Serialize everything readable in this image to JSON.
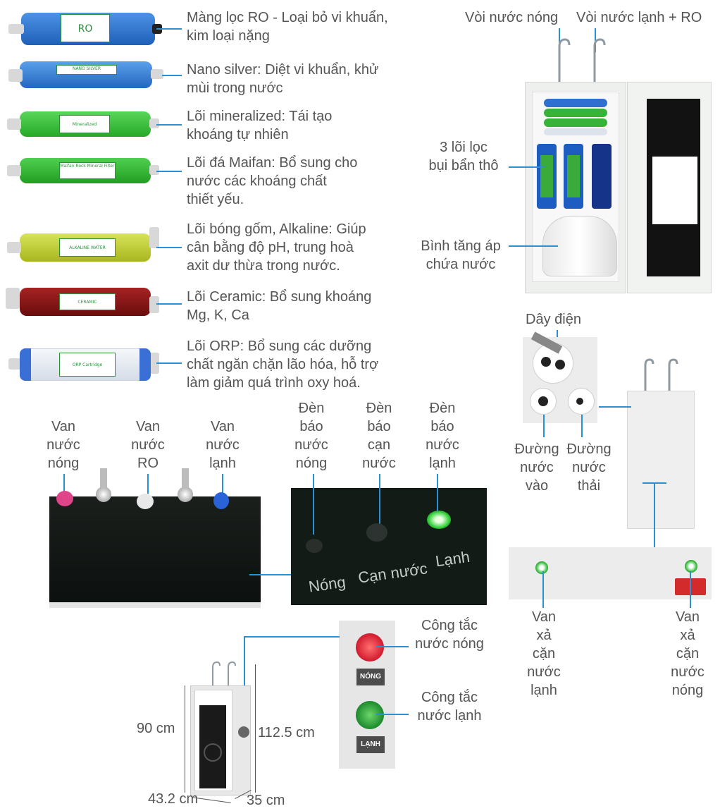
{
  "filters": [
    {
      "text": "Màng lọc RO - Loại bỏ vi khuẩn,\nkim loại nặng",
      "color": "#2a6fc9",
      "label": "RO"
    },
    {
      "text": "Nano silver: Diệt vi khuẩn, khử\nmùi trong nước",
      "color": "#3a86d8",
      "label": "NANO SILVER"
    },
    {
      "text": "Lõi mineralized: Tái tạo\nkhoáng tự nhiên",
      "color": "#3cc13a",
      "label": "Mineralized"
    },
    {
      "text": "Lõi đá Maifan: Bổ sung cho\nnước các khoáng chất\nthiết yếu.",
      "color": "#36b83a",
      "label": "Maifan Rock Mineral Filter"
    },
    {
      "text": "Lõi bóng gốm, Alkaline: Giúp\ncân bằng độ pH, trung hoà\naxit dư thừa trong nước.",
      "color": "#c4d331",
      "label": "ALKALINE WATER"
    },
    {
      "text": "Lõi Ceramic: Bổ sung khoáng\nMg, K, Ca",
      "color": "#8c1616",
      "label": "CERAMIC"
    },
    {
      "text": "Lõi ORP: Bổ sung các dưỡng\nchất ngăn chặn lão hóa, hỗ trợ\nlàm giảm quá trình oxy hoá.",
      "color": "#e9eef5",
      "label": "ORP Cartridge"
    }
  ],
  "top_right": {
    "hot_tap": "Vòi nước nóng",
    "cold_tap": "Vòi nước lạnh + RO",
    "pre_filters": "3 lõi lọc\nbụi bẩn thô",
    "tank": "Bình tăng áp\nchứa nước"
  },
  "valves": {
    "hot": "Van\nnước\nnóng",
    "ro": "Van\nnước\nRO",
    "cold": "Van\nnước\nlạnh"
  },
  "lights": {
    "hot": "Đèn\nbáo\nnước\nnóng",
    "empty": "Đèn\nbáo\ncạn\nnước",
    "cold": "Đèn\nbáo\nnước\nlạnh",
    "panel_hot": "Nóng",
    "panel_empty": "Cạn nước",
    "panel_cold": "Lạnh"
  },
  "rear": {
    "power_cord": "Dây điện",
    "inlet": "Đường\nnước\nvào",
    "drain": "Đường\nnước\nthải",
    "drain_cold": "Van\nxả\ncặn\nnước\nlạnh",
    "drain_hot": "Van\nxả\ncặn\nnước\nnóng"
  },
  "switches": {
    "hot": "Công tắc\nnước nóng",
    "cold": "Công tắc\nnước lạnh",
    "hot_btn": "NÓNG",
    "cold_btn": "LẠNH"
  },
  "dimensions": {
    "height_body": "90 cm",
    "height_total": "112.5 cm",
    "width": "43.2 cm",
    "depth": "35 cm"
  },
  "colors": {
    "accent_line": "#2b8fd3",
    "text": "#555555"
  }
}
